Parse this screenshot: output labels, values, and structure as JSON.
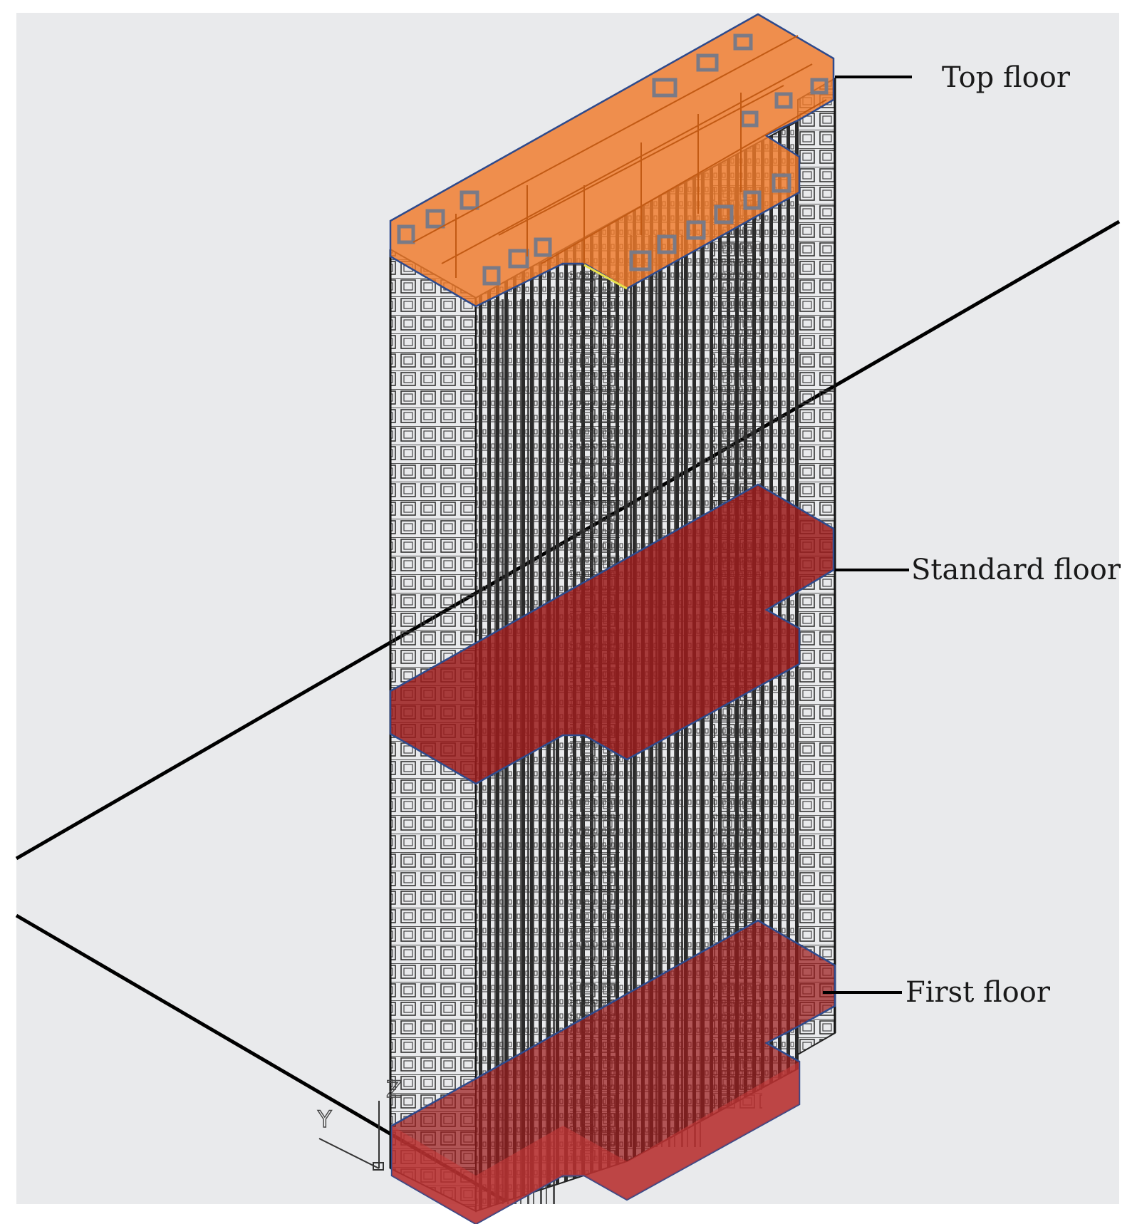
{
  "labels": {
    "top_floor": "Top floor",
    "standard_floor": "Standard floor",
    "first_floor": "First floor"
  },
  "ucs": {
    "z": "Z",
    "y": "Y"
  },
  "colors": {
    "background": "#e9eaec",
    "frame_lines": "#2b2b2b",
    "top_floor_fill": "#f07a2a",
    "floor_fill": "#9b1c1c",
    "first_floor_fill": "#c43a3a",
    "slab_outline": "#2e4a8c",
    "leader_lines": "#000000"
  }
}
